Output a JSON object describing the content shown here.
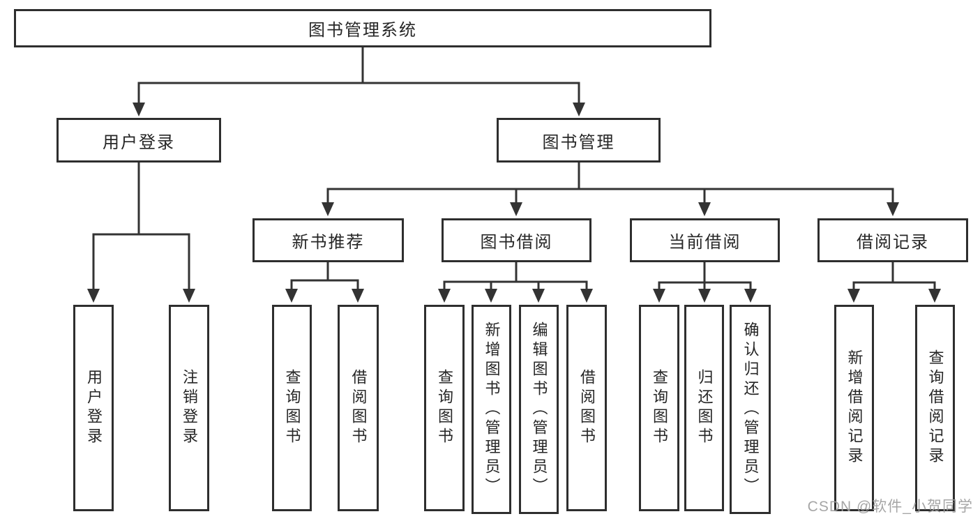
{
  "tree": {
    "label": "图书管理系统",
    "children": [
      {
        "label": "用户登录",
        "children": [
          {
            "label": "用户登录"
          },
          {
            "label": "注销登录"
          }
        ]
      },
      {
        "label": "图书管理",
        "children": [
          {
            "label": "新书推荐",
            "children": [
              {
                "label": "查询图书"
              },
              {
                "label": "借阅图书"
              }
            ]
          },
          {
            "label": "图书借阅",
            "children": [
              {
                "label": "查询图书"
              },
              {
                "label": "新增图书（管理员）"
              },
              {
                "label": "编辑图书（管理员）"
              },
              {
                "label": "借阅图书"
              }
            ]
          },
          {
            "label": "当前借阅",
            "children": [
              {
                "label": "查询图书"
              },
              {
                "label": "归还图书"
              },
              {
                "label": "确认归还（管理员）"
              }
            ]
          },
          {
            "label": "借阅记录",
            "children": [
              {
                "label": "新增借阅记录"
              },
              {
                "label": "查询借阅记录"
              }
            ]
          }
        ]
      }
    ]
  },
  "watermark": {
    "text": "CSDN @软件_小贺同学"
  },
  "colors": {
    "line": "#333333",
    "box_border": "#2e2e2e",
    "text": "#262626",
    "background": "#ffffff",
    "watermark": "#9e9e9e"
  }
}
